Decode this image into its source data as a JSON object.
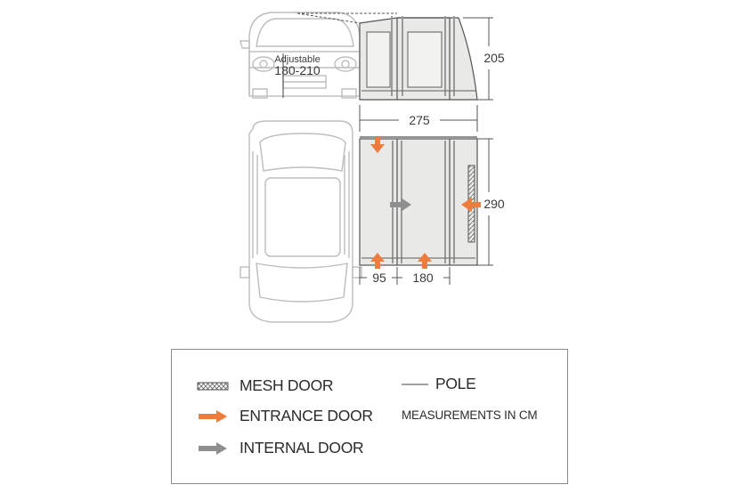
{
  "diagram": {
    "adjustable_label": "Adjustable",
    "adjustable_range": "180-210",
    "height_dim": "205",
    "width_dim": "275",
    "depth_dim": "290",
    "front_section_dim": "95",
    "rear_section_dim": "180"
  },
  "legend": {
    "mesh_door": "MESH DOOR",
    "entrance_door": "ENTRANCE DOOR",
    "internal_door": "INTERNAL DOOR",
    "pole": "POLE",
    "measurements_note": "MEASUREMENTS IN CM"
  },
  "colors": {
    "entrance_arrow": "#ef7b3c",
    "internal_arrow": "#8f8f8f",
    "awning_fill": "#e9e9e7",
    "outline": "#555555",
    "vehicle_outline": "#bdbdbd"
  },
  "icons": {
    "mesh_door": "mesh-door-icon",
    "entrance_door": "orange-arrow-icon",
    "internal_door": "grey-arrow-icon",
    "pole": "pole-line-icon"
  }
}
